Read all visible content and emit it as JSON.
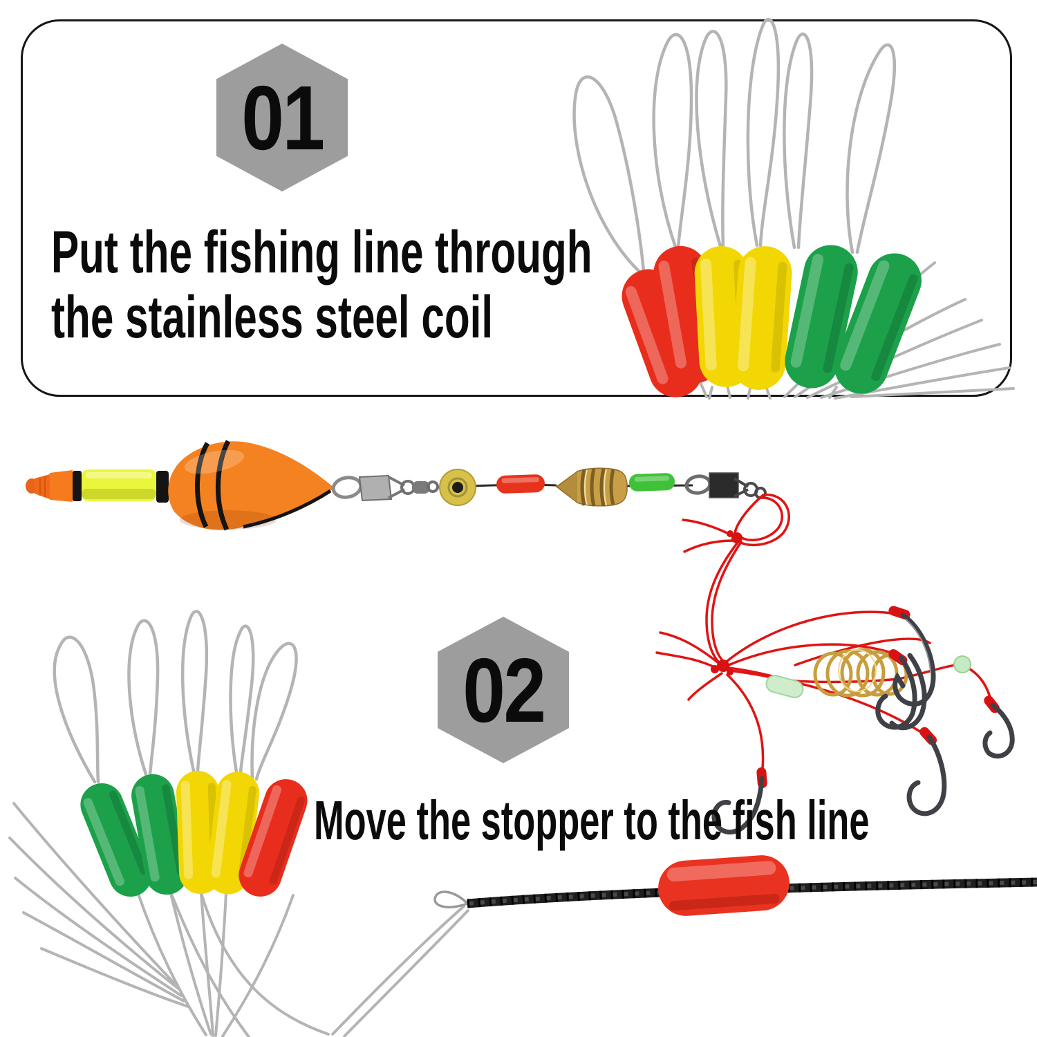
{
  "steps": [
    {
      "number": "01",
      "line1": "Put the fishing line through",
      "line2": "the stainless steel coil"
    },
    {
      "number": "02",
      "line1": "Move the stopper to the fish line"
    }
  ],
  "colors": {
    "badge_gray": "#9d9d9d",
    "stopper_red": "#e82d1c",
    "stopper_yellow": "#f2d704",
    "stopper_green": "#1ca04a",
    "float_orange": "#f58220",
    "brass_gold": "#c89f47",
    "fish_line_black": "#1e1e1e",
    "thread_red": "#e11414",
    "wire_gray": "#b4b4b4"
  },
  "illustrations": {
    "top_bundle": {
      "name": "six-stopper-bundle",
      "stopper_colors": [
        "red",
        "red",
        "yellow",
        "yellow",
        "green",
        "green"
      ]
    },
    "float_rig": {
      "name": "assembled-float-rig",
      "parts": [
        "float-tip",
        "float",
        "snap-swivel",
        "bead",
        "red-stopper",
        "brass-weight",
        "green-stopper",
        "snap-swivel",
        "red-hook-rig"
      ]
    },
    "bottom_bundle": {
      "name": "five-stopper-bundle",
      "stopper_colors": [
        "green",
        "green",
        "yellow",
        "yellow",
        "red"
      ]
    },
    "fish_line": {
      "name": "black-braided-line-with-red-stopper"
    }
  }
}
